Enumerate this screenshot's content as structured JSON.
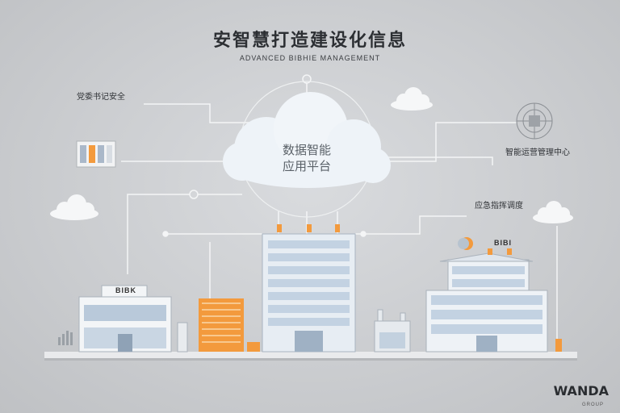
{
  "header": {
    "title": "安智慧打造建设化信息",
    "subtitle": "ADVANCED BIBHIE MANAGEMENT"
  },
  "cloud": {
    "line1": "数据智能",
    "line2": "应用平台"
  },
  "labels": {
    "top_left": "党委书记安全",
    "right_top": "智能运营管理中心",
    "right_mid": "应急指挥调度"
  },
  "signs": {
    "bank_sign": "BIBK",
    "right_building_sign": "BIBI"
  },
  "brand": {
    "name": "WANDA",
    "tagline": "GROUP"
  },
  "colors": {
    "accent_orange": "#f39a3d",
    "building_blue": "#dce6f0",
    "line_gray": "#f2f3f4"
  }
}
